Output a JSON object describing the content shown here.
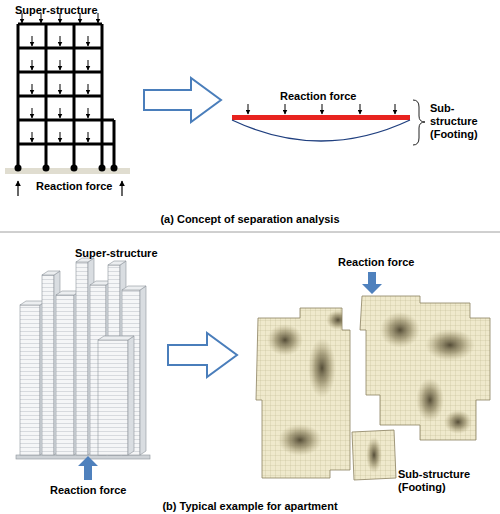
{
  "diagram": {
    "nodes": [
      {
        "text": [
          "Super-structure",
          "Reaction force"
        ]
      },
      {
        "text": [
          "Reaction force",
          "Sub-structure (Footing)"
        ]
      },
      {
        "text": [
          "Super-structure",
          "Reaction force"
        ]
      },
      {
        "text": [
          "Reaction force",
          "Sub-structure (Footing)"
        ]
      }
    ],
    "edges": [
      {
        "from": 0,
        "to": 1,
        "arrow": "to"
      },
      {
        "from": 2,
        "to": 3,
        "arrow": "to"
      }
    ],
    "labels": [
      "(a) Concept of separation analysis",
      "(b) Typical example for apartment"
    ]
  }
}
